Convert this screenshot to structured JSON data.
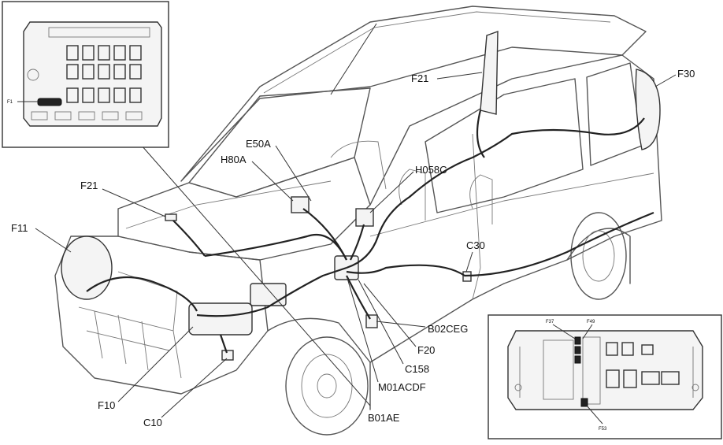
{
  "labels": {
    "F11": "F11",
    "F21_front": "F21",
    "F10": "F10",
    "C10": "C10",
    "B01AE": "B01AE",
    "M01ACDF": "M01ACDF",
    "C158": "C158",
    "F20": "F20",
    "B02CEG": "B02CEG",
    "C30": "C30",
    "H058C": "H058C",
    "E50A": "E50A",
    "H80A": "H80A",
    "F21_rear": "F21",
    "F30": "F30"
  },
  "inset_left": {
    "fuse_label": "F1"
  },
  "inset_right": {
    "label_a": "F37",
    "label_b": "F49",
    "label_c": "F53"
  },
  "colors": {
    "line": "#333333",
    "background": "#ffffff"
  }
}
